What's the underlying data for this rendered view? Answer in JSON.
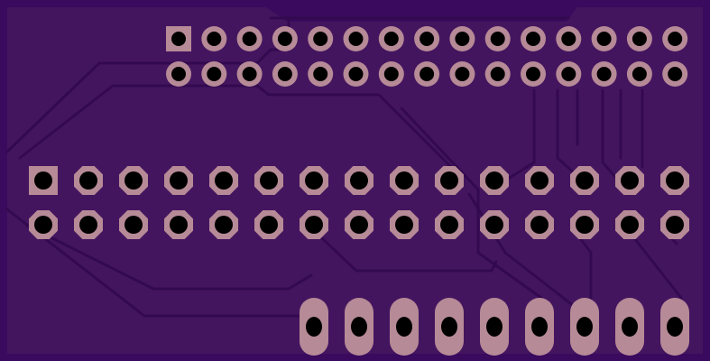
{
  "board": {
    "substrate_color": "#3a0a5e",
    "copper_pour_color": "#44155f",
    "trace_color": "#33094f",
    "pad_color": "#b68a96",
    "drill_color": "#000000"
  },
  "connectors": [
    {
      "id": "header-top",
      "pad_style": "round",
      "first_pad_square": true,
      "rows": 2,
      "columns": 15
    },
    {
      "id": "header-middle",
      "pad_style": "octagon",
      "first_pad_square": true,
      "rows": 2,
      "columns": 15
    },
    {
      "id": "header-bottom",
      "pad_style": "oblong",
      "first_pad_square": false,
      "rows": 1,
      "columns": 9
    }
  ]
}
